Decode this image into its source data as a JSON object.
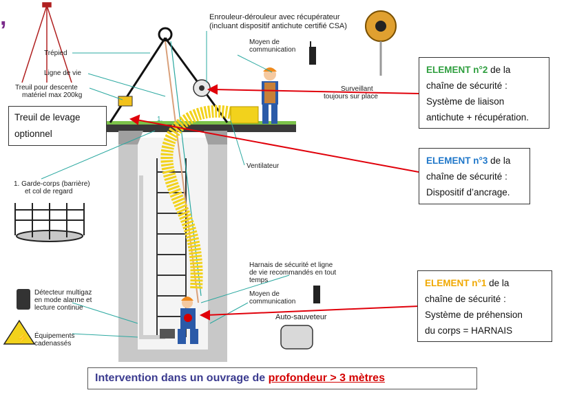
{
  "corner_mark": ",",
  "labels": {
    "enrouleur": "Enrouleur-dérouleur avec récupérateur",
    "enrouleur_sub": "(incluant dispositif antichute certifié CSA)",
    "moyen_comm_top_1": "Moyen de",
    "moyen_comm_top_2": "communication",
    "trepied": "Trépied",
    "ligne_de_vie": "Ligne de vie",
    "treuil_descente_1": "Treuil pour descente",
    "treuil_descente_2": "matériel max 200kg",
    "surveillant_1": "Surveillant",
    "surveillant_2": "toujours sur place",
    "roman_one": "1.",
    "ventilateur": "Ventilateur",
    "garde_corps_1": "1. Garde-corps (barrière)",
    "garde_corps_2": "et col de regard",
    "harnais_1": "Harnais de sécurité et ligne",
    "harnais_2": "de vie recommandés en tout",
    "harnais_3": "temps",
    "moyen_comm_bot_1": "Moyen de",
    "moyen_comm_bot_2": "communication",
    "auto_sauveteur": "Auto-sauveteur",
    "detecteur_1": "Détecteur multigaz",
    "detecteur_2": "en mode alarme et",
    "detecteur_3": "lecture continue",
    "equipements_1": "Équipements",
    "equipements_2": "cadenassés"
  },
  "treuil_box": {
    "line1": "Treuil  de levage",
    "line2": "optionnel"
  },
  "element2": {
    "title": "ELEMENT n°2",
    "rest": " de la",
    "line2": "chaîne de sécurité :",
    "line3": "Système de liaison",
    "line4": "antichute + récupération.",
    "color": "#2e9e3e"
  },
  "element3": {
    "title": "ELEMENT n°3",
    "rest": " de la",
    "line2": "chaîne de sécurité :",
    "line3": "Dispositif d’ancrage.",
    "color": "#1f77c9"
  },
  "element1": {
    "title": "ELEMENT n°1",
    "rest": " de la",
    "line2": "chaîne de sécurité :",
    "line3": "Système de préhension",
    "line4": "du corps = HARNAIS",
    "color": "#f0a800"
  },
  "footer": {
    "prefix": "Intervention dans un ouvrage de ",
    "highlight": "profondeur  > 3 mètres"
  },
  "colors": {
    "arrow": "#e0000a",
    "pointer": "#2aa8a0",
    "duct": "#f2d21c",
    "concrete": "#c8c8c8",
    "worker": "#2b5aa8",
    "helmet": "#f08a1c"
  }
}
